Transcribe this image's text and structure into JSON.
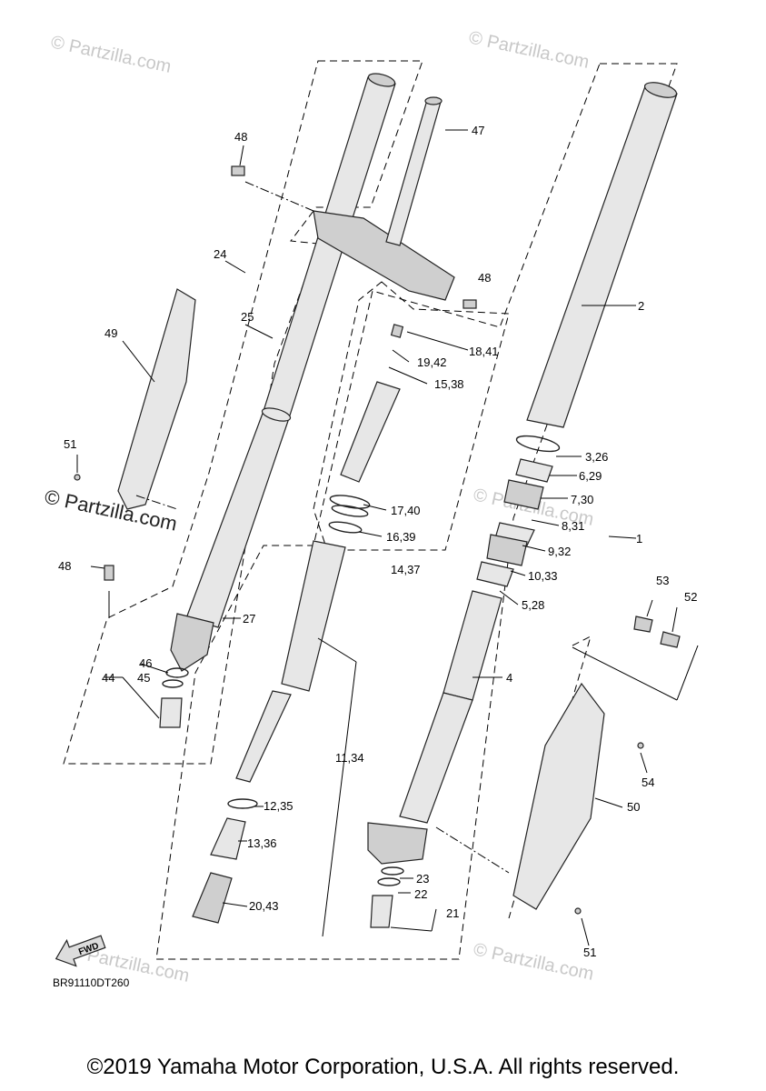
{
  "watermark": "© Partzilla.com",
  "watermark_center": "© Partzilla.com",
  "diagram_code": "BR91110DT260",
  "fwd_label": "FWD",
  "copyright": "©2019 Yamaha Motor Corporation, U.S.A. All rights reserved.",
  "callouts": {
    "c1": "1",
    "c2": "2",
    "c3_26": "3,26",
    "c4": "4",
    "c5_28": "5,28",
    "c6_29": "6,29",
    "c7_30": "7,30",
    "c8_31": "8,31",
    "c9_32": "9,32",
    "c10_33": "10,33",
    "c11_34": "11,34",
    "c12_35": "12,35",
    "c13_36": "13,36",
    "c14_37": "14,37",
    "c15_38": "15,38",
    "c16_39": "16,39",
    "c17_40": "17,40",
    "c18_41": "18,41",
    "c19_42": "19,42",
    "c20_43": "20,43",
    "c21": "21",
    "c22": "22",
    "c23": "23",
    "c24": "24",
    "c25": "25",
    "c27": "27",
    "c44": "44",
    "c45": "45",
    "c46": "46",
    "c47": "47",
    "c48a": "48",
    "c48b": "48",
    "c48c": "48",
    "c49": "49",
    "c50": "50",
    "c51a": "51",
    "c51b": "51",
    "c52": "52",
    "c53": "53",
    "c54": "54"
  }
}
